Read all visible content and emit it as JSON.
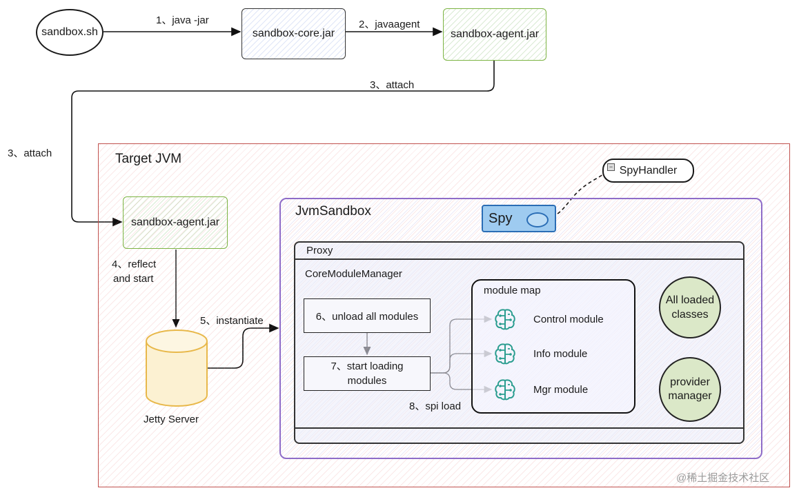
{
  "colors": {
    "target_jvm": "#c0504d",
    "jvm_sandbox": "#7e57c2",
    "agent": "#7cb342",
    "jetty": "#e8b84a",
    "spy": "#2a6db5",
    "module_icon": "#2a9d8f"
  },
  "top": {
    "sandbox_sh": "sandbox.sh",
    "sandbox_core_jar": "sandbox-core.jar",
    "sandbox_agent_jar": "sandbox-agent.jar",
    "step1": "1、java -jar",
    "step2": "2、javaagent",
    "step3_right": "3、attach",
    "step3_left": "3、attach"
  },
  "target_jvm": {
    "title": "Target JVM",
    "agent_jar": "sandbox-agent.jar",
    "step4": [
      "4、reflect",
      "and start"
    ],
    "jetty_label": "Jetty Server",
    "step5": "5、instantiate",
    "spy_handler": "SpyHandler"
  },
  "jvm_sandbox": {
    "title": "JvmSandbox",
    "spy": "Spy",
    "proxy": "Proxy",
    "core_module_manager": "CoreModuleManager",
    "step6": "6、unload all modules",
    "step7": [
      "7、start loading",
      "modules"
    ],
    "step8": "8、spi load",
    "module_map_title": "module map",
    "modules": [
      "Control module",
      "Info module",
      "Mgr module"
    ],
    "all_loaded_classes": [
      "All loaded",
      "classes"
    ],
    "provider_manager": [
      "provider",
      "manager"
    ]
  },
  "watermark": "@稀土掘金技术社区"
}
